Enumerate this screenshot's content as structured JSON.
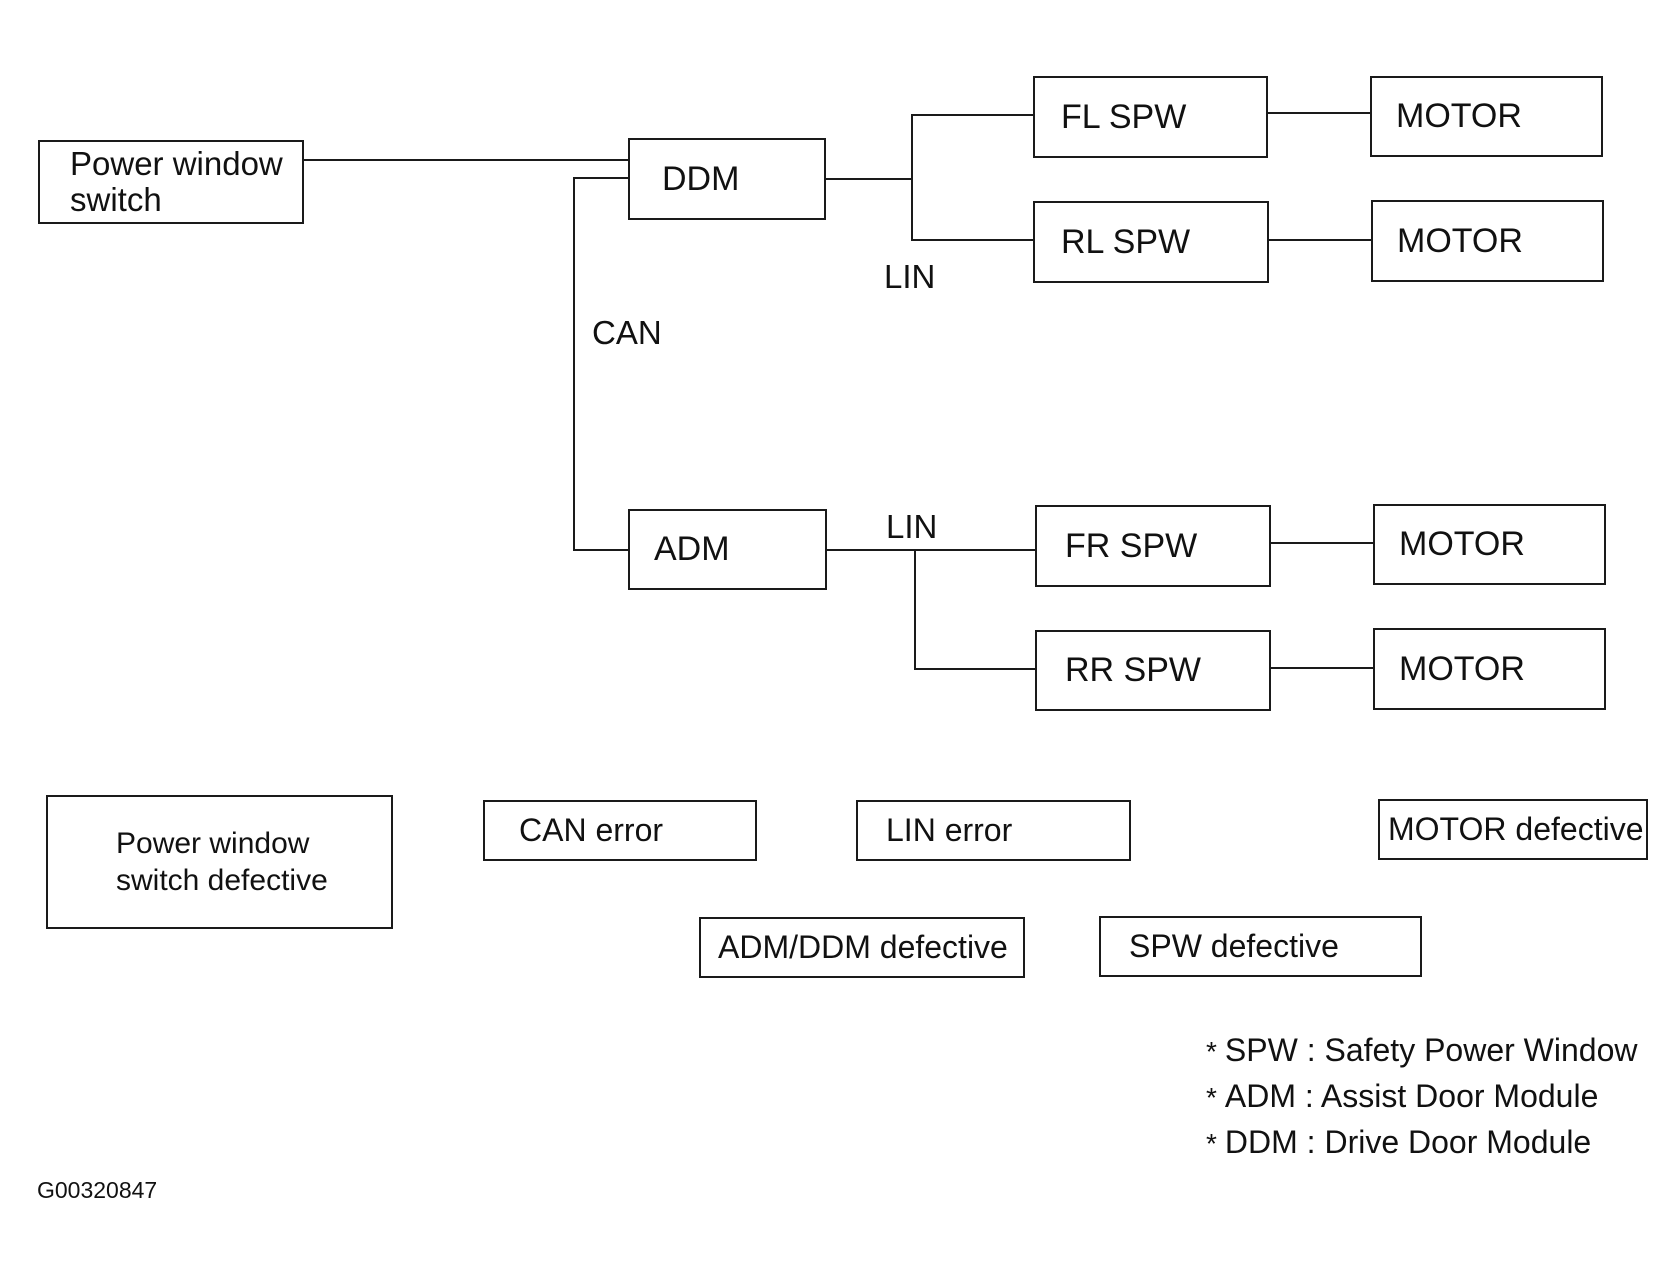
{
  "nodes": {
    "switch": "Power window\nswitch",
    "ddm": "DDM",
    "adm": "ADM",
    "fl_spw": "FL SPW",
    "rl_spw": "RL SPW",
    "fr_spw": "FR SPW",
    "rr_spw": "RR SPW",
    "motor_fl": "MOTOR",
    "motor_rl": "MOTOR",
    "motor_fr": "MOTOR",
    "motor_rr": "MOTOR"
  },
  "bus_labels": {
    "can": "CAN",
    "lin_upper": "LIN",
    "lin_lower": "LIN"
  },
  "faults": {
    "switch_defective": "Power window\nswitch defective",
    "can_error": "CAN error",
    "lin_error": "LIN error",
    "motor_defective": "MOTOR defective",
    "adm_ddm_defective": "ADM/DDM defective",
    "spw_defective": "SPW defective"
  },
  "legend": [
    {
      "star": "*",
      "text": "SPW : Safety Power Window"
    },
    {
      "star": "*",
      "text": "ADM : Assist Door Module"
    },
    {
      "star": "*",
      "text": "DDM : Drive Door Module"
    }
  ],
  "figure_id": "G00320847"
}
